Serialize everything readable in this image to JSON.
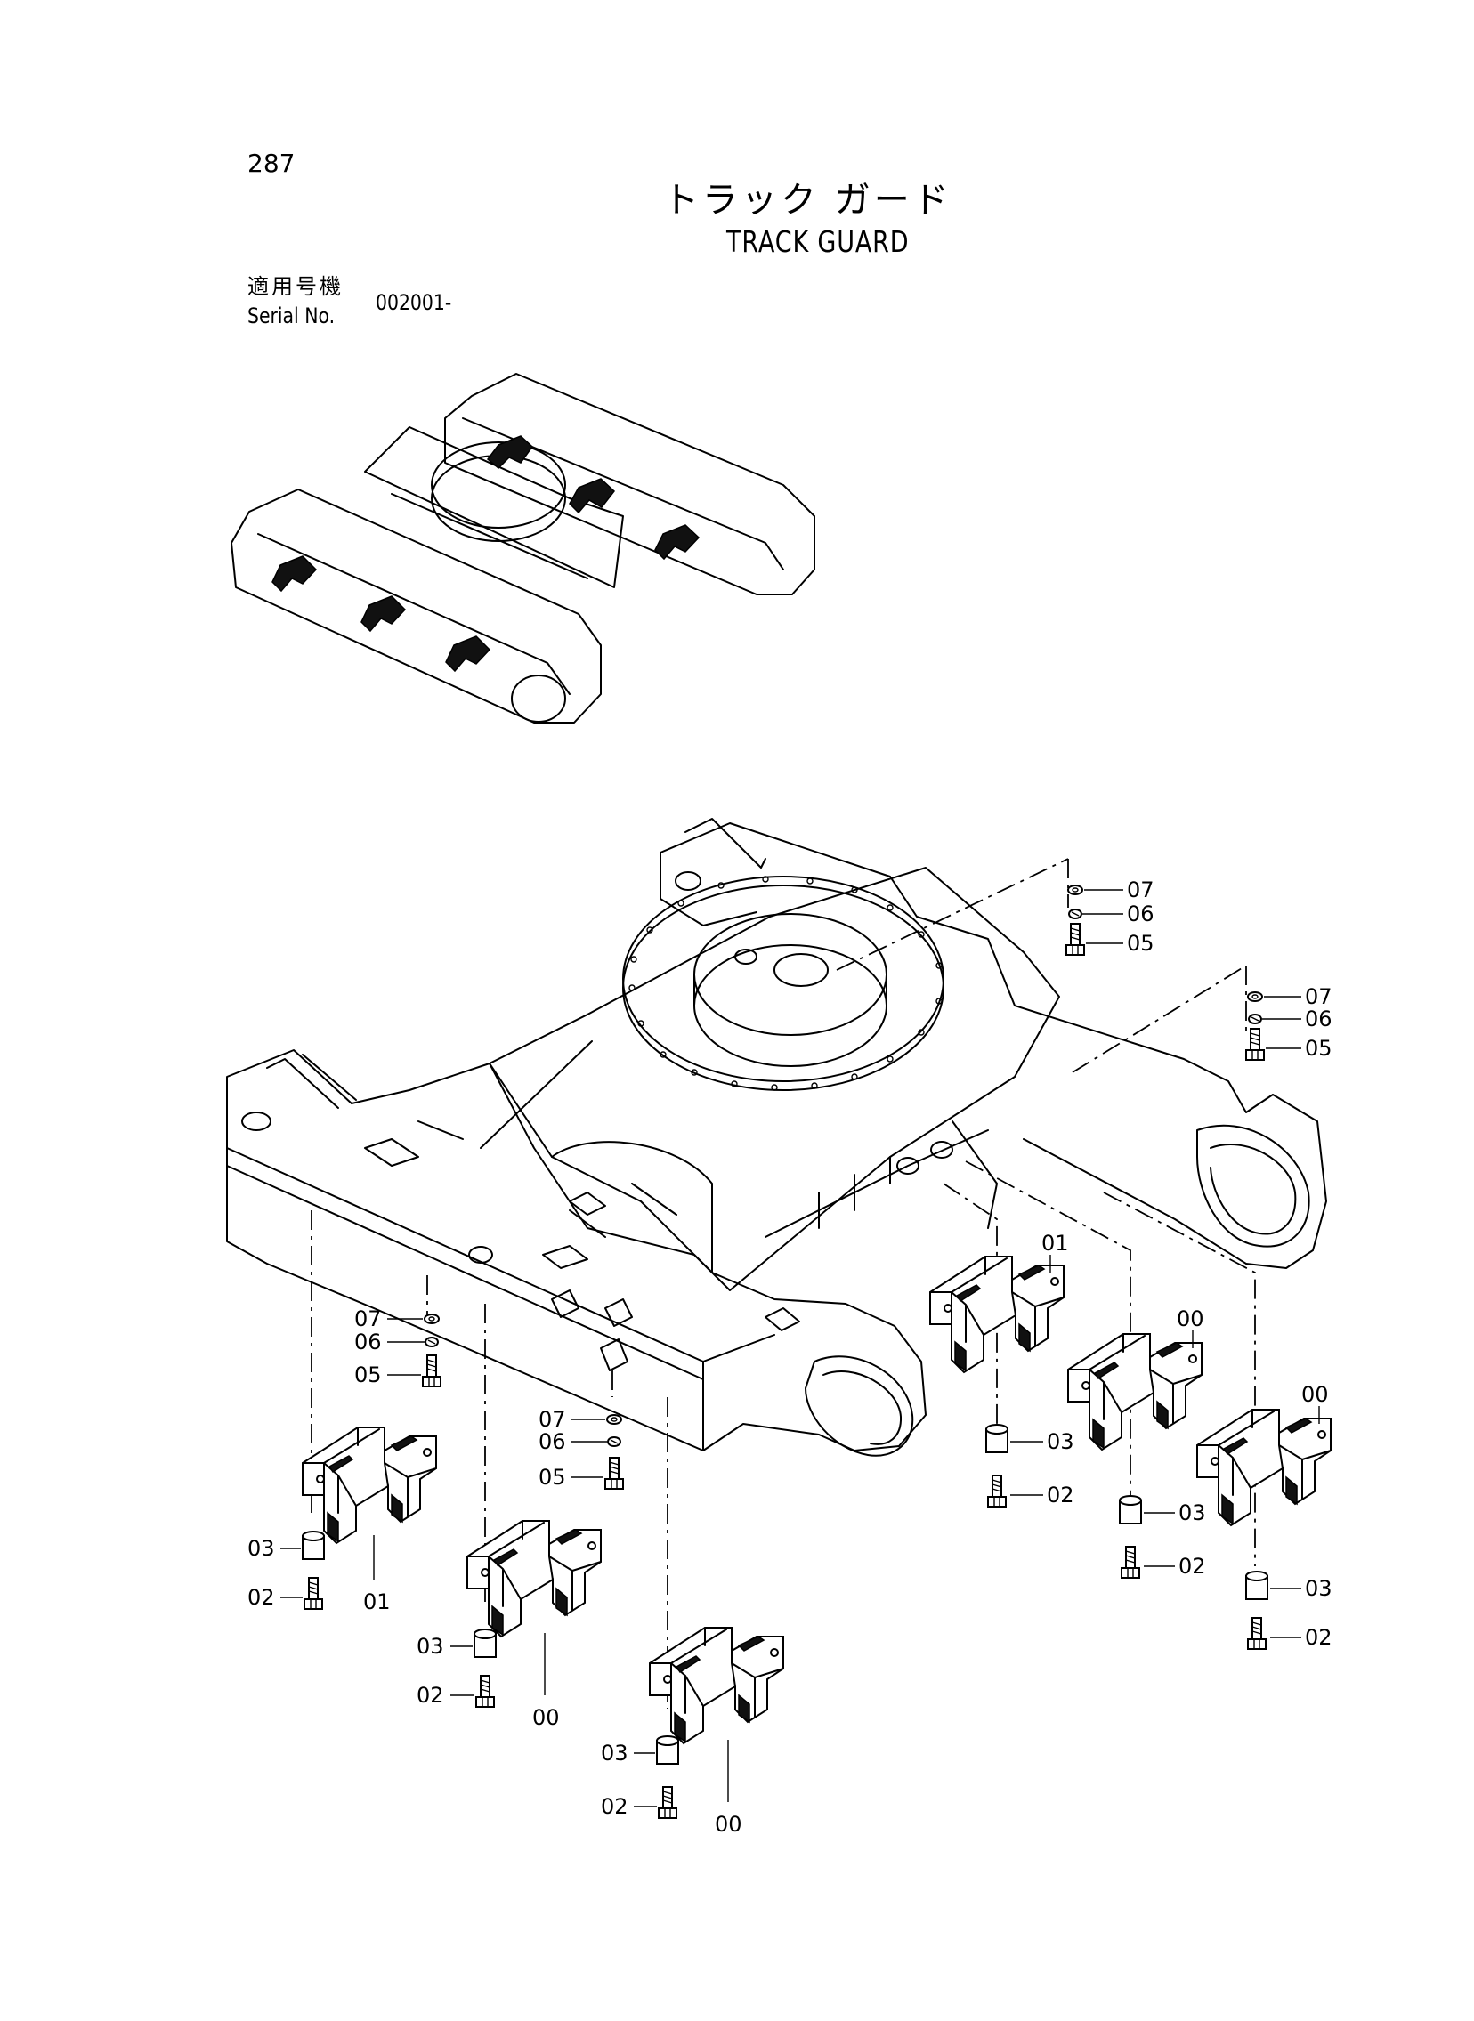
{
  "header": {
    "page_number": "287",
    "title_jp": "トラック ガード",
    "title_en": "TRACK GUARD",
    "serial_label_jp": "適用号機",
    "serial_label_en": "Serial No.",
    "serial_value": "002001-"
  },
  "callouts": {
    "c07": "07",
    "c06": "06",
    "c05": "05",
    "c03": "03",
    "c02": "02",
    "c01": "01",
    "c00": "00"
  }
}
